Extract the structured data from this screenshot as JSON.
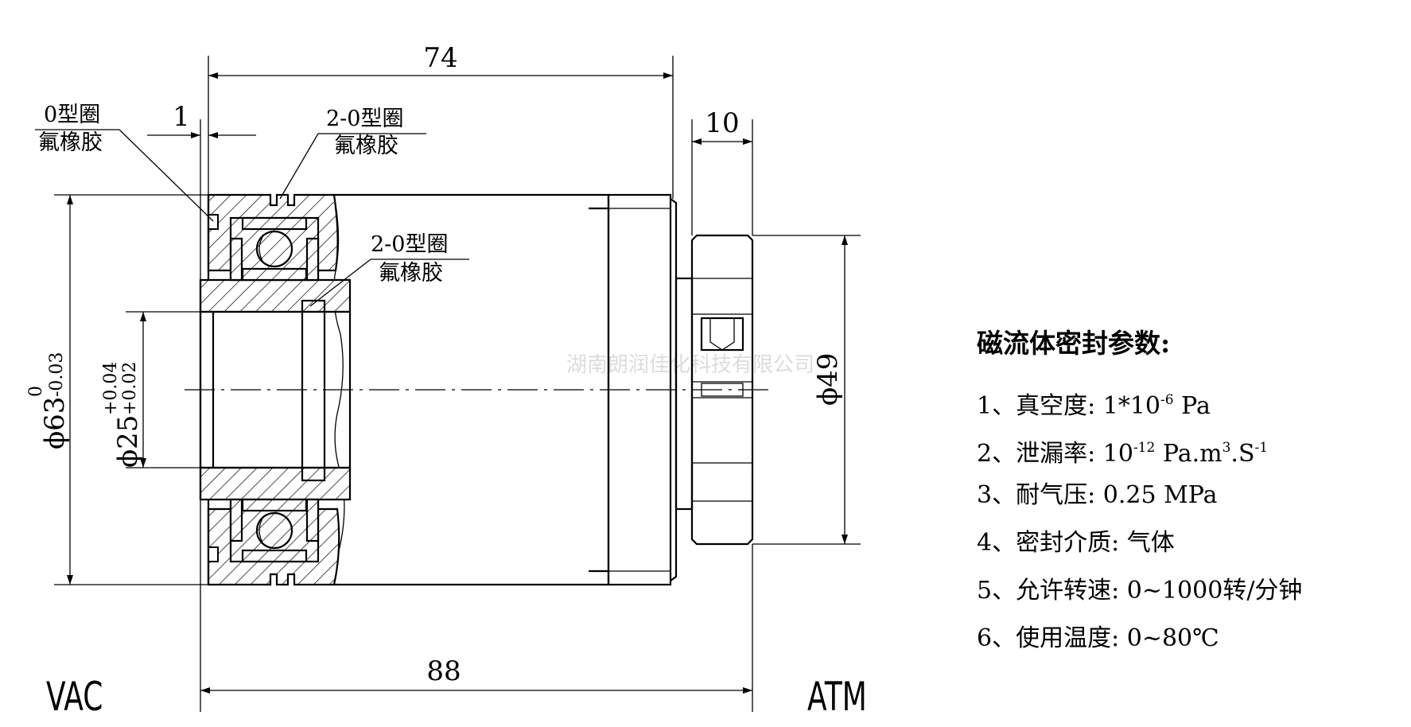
{
  "watermark": "湖南朗润佳化科技有限公司",
  "dimensions": {
    "length_top": "74",
    "offset_top": "1",
    "flange_width": "10",
    "length_bottom": "88",
    "outer_diameter": "ϕ63",
    "outer_tol_upper": "0",
    "outer_tol_lower": "-0.03",
    "bore_diameter": "ϕ25",
    "bore_tol_upper": "+0.04",
    "bore_tol_lower": "+0.02",
    "flange_diameter": "ϕ49"
  },
  "callouts": {
    "oring_left_1": "0型圈",
    "oring_left_2": "氟橡胶",
    "oring_top_1": "2-0型圈",
    "oring_top_2": "氟橡胶",
    "oring_mid_1": "2-0型圈",
    "oring_mid_2": "氟橡胶"
  },
  "sides": {
    "left": "VAC",
    "right": "ATM"
  },
  "params": {
    "title": "磁流体密封参数:",
    "items": [
      {
        "num": "1、",
        "label": "真空度:",
        "pre": "1*10",
        "sup1": "-6",
        "mid": " Pa",
        "sup2": "",
        "post": ""
      },
      {
        "num": "2、",
        "label": "泄漏率:",
        "pre": "10",
        "sup1": "-12",
        "mid": " Pa.m",
        "sup2": "3",
        "post": ".S",
        "sup3": "-1"
      },
      {
        "num": "3、",
        "label": "耐气压:",
        "pre": "0.25 MPa"
      },
      {
        "num": "4、",
        "label": "密封介质:",
        "pre": "气体"
      },
      {
        "num": "5、",
        "label": "允许转速:",
        "pre": "0~1000转/分钟"
      },
      {
        "num": "6、",
        "label": "使用温度:",
        "pre": "0~80℃"
      }
    ]
  }
}
